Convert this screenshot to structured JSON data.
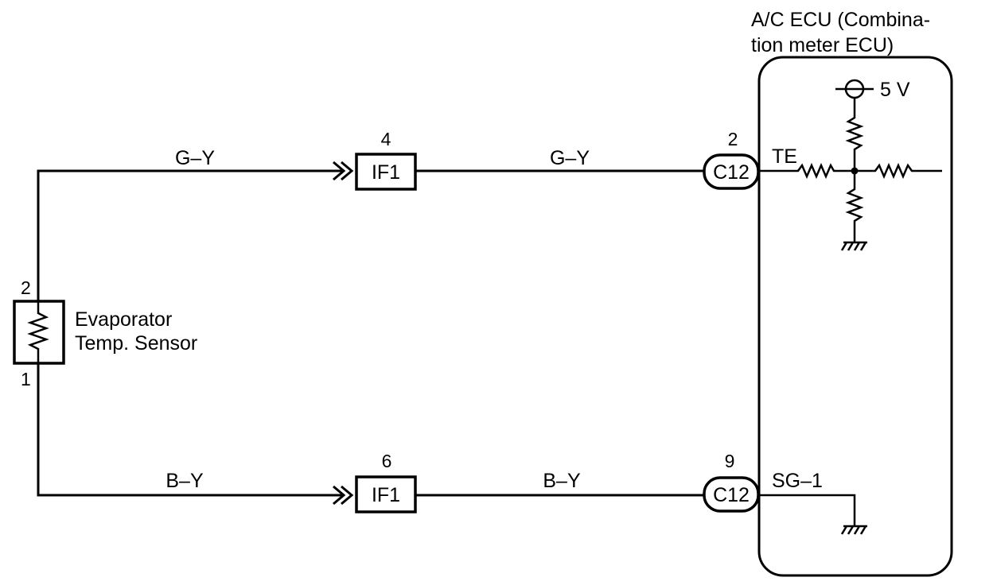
{
  "ecu": {
    "title_line1": "A/C ECU (Combina-",
    "title_line2": "tion meter ECU)",
    "supply": "5 V",
    "te_label": "TE",
    "sg_label": "SG–1"
  },
  "sensor": {
    "name_line1": "Evaporator",
    "name_line2": "Temp. Sensor",
    "pin_top": "2",
    "pin_bottom": "1"
  },
  "top_circuit": {
    "wire_left": "G–Y",
    "wire_right": "G–Y",
    "connector_label": "IF1",
    "connector_pin": "4",
    "ecu_connector": "C12",
    "ecu_pin": "2"
  },
  "bottom_circuit": {
    "wire_left": "B–Y",
    "wire_right": "B–Y",
    "connector_label": "IF1",
    "connector_pin": "6",
    "ecu_connector": "C12",
    "ecu_pin": "9"
  }
}
